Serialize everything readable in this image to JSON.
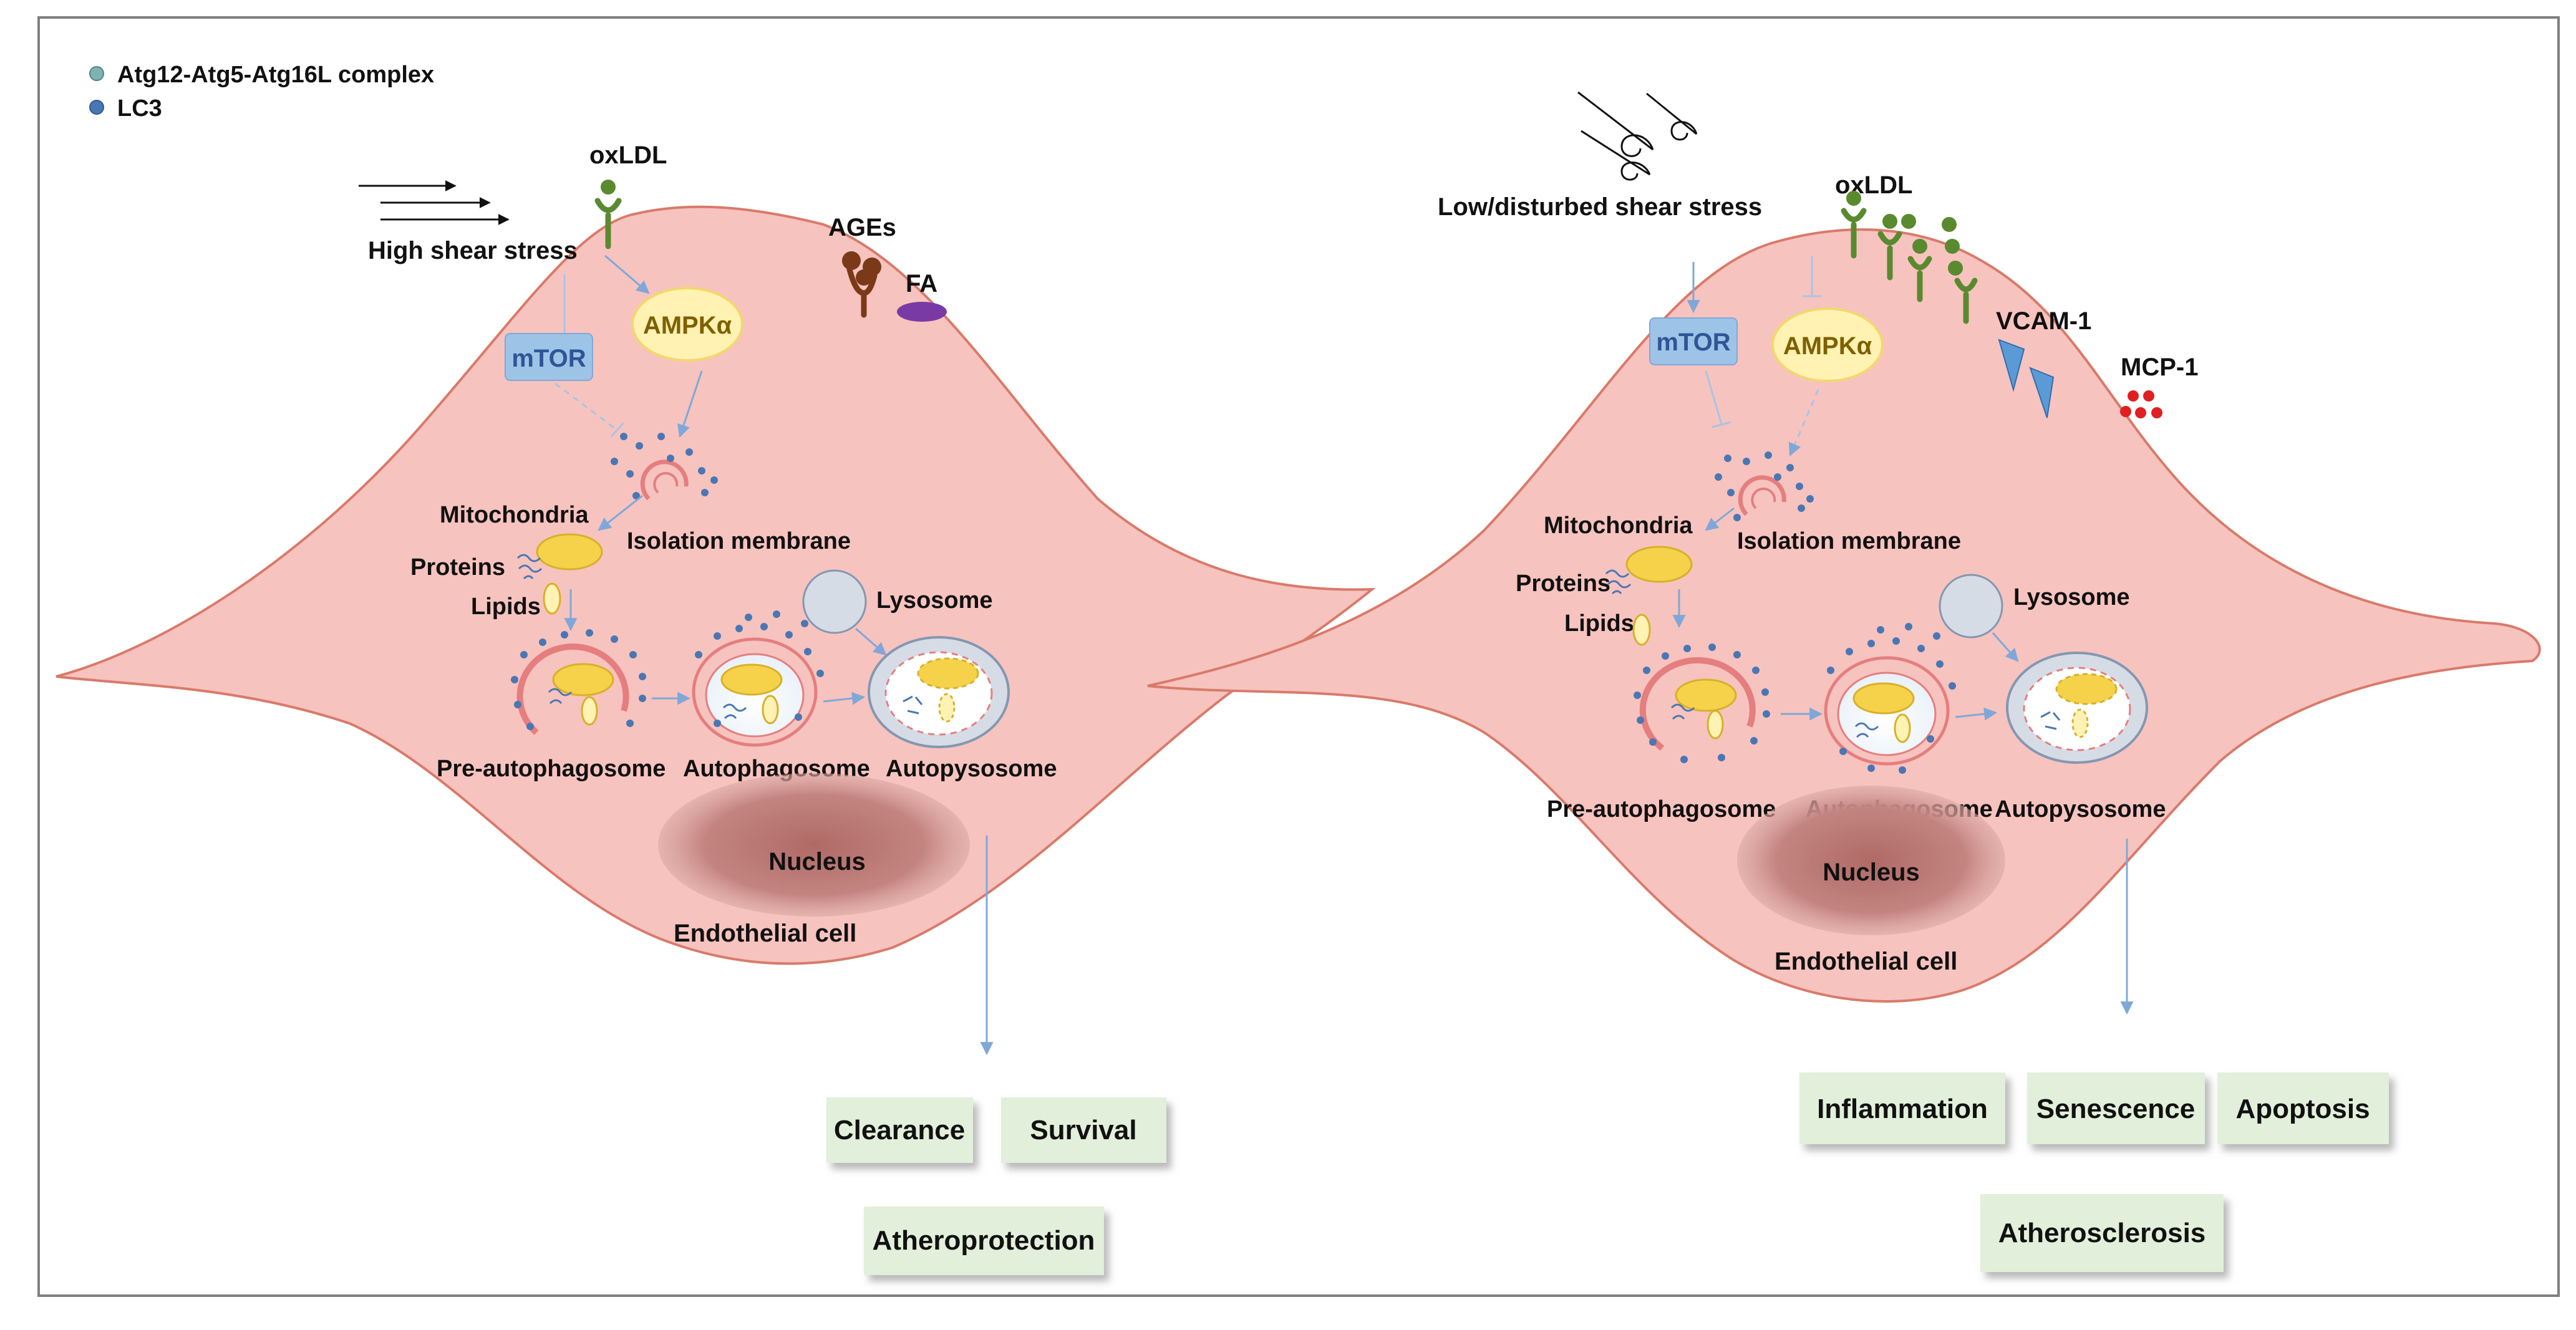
{
  "legend": {
    "complex_label": "Atg12-Atg5-Atg16L complex",
    "lc3_label": "LC3"
  },
  "colors": {
    "cell_fill": "#f7c3bf",
    "cell_stroke": "#d97a6a",
    "nucleus": "#b4736e",
    "arrow_blue": "#7fa8d8",
    "receptor_green": "#5a8a2f",
    "ages_brown": "#7a3a17",
    "fa_purple": "#7a3aa6",
    "mtor_box": "#9dc3e6",
    "ampk_fill": "#fff2b3",
    "mito_yellow": "#f5d24a",
    "outcome_box": "#e2efda",
    "mcp1_red": "#e02020",
    "vcam_blue": "#5b9bd5",
    "lc3_dot": "#4a77b4",
    "complex_dot": "#7fb3b0"
  },
  "left": {
    "shear_label": "High shear stress",
    "oxldl_label": "oxLDL",
    "ages_label": "AGEs",
    "fa_label": "FA",
    "mtor_label": "mTOR",
    "ampk_label": "AMPKα",
    "mitochondria_label": "Mitochondria",
    "proteins_label": "Proteins",
    "lipids_label": "Lipids",
    "isolation_label": "Isolation membrane",
    "lysosome_label": "Lysosome",
    "pre_autophagosome_label": "Pre-autophagosome",
    "autophagosome_label": "Autophagosome",
    "autopysosome_label": "Autopysosome",
    "nucleus_label": "Nucleus",
    "cell_label": "Endothelial cell",
    "outcomes": [
      "Clearance",
      "Survival"
    ],
    "final": "Atheroprotection"
  },
  "right": {
    "shear_label": "Low/disturbed shear stress",
    "oxldl_label": "oxLDL",
    "vcam_label": "VCAM-1",
    "mcp_label": "MCP-1",
    "mtor_label": "mTOR",
    "ampk_label": "AMPKα",
    "mitochondria_label": "Mitochondria",
    "proteins_label": "Proteins",
    "lipids_label": "Lipids",
    "isolation_label": "Isolation membrane",
    "lysosome_label": "Lysosome",
    "pre_autophagosome_label": "Pre-autophagosome",
    "autophagosome_label": "Autophagosome",
    "autopysosome_label": "Autopysosome",
    "nucleus_label": "Nucleus",
    "cell_label": "Endothelial cell",
    "outcomes": [
      "Inflammation",
      "Senescence",
      "Apoptosis"
    ],
    "final": "Atherosclerosis"
  }
}
